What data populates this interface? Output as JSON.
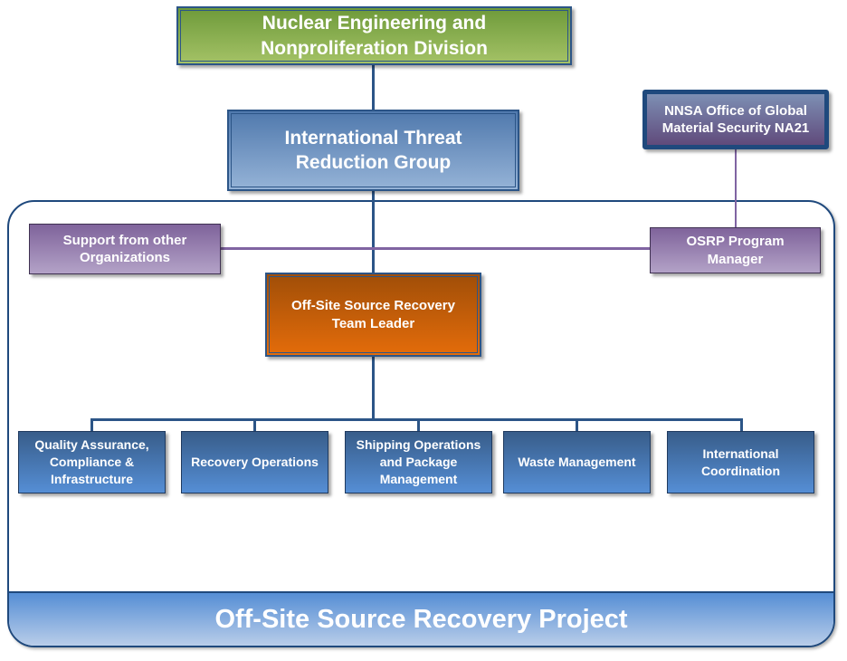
{
  "diagram": {
    "title": "Off-Site Source Recovery Project",
    "nodes": {
      "division": "Nuclear Engineering and\nNonproliferation Division",
      "group": "International Threat\nReduction Group",
      "nnsa": "NNSA Office of Global\nMaterial Security NA21",
      "support": "Support from other\nOrganizations",
      "program_manager": "OSRP Program\nManager",
      "team_leader": "Off-Site Source Recovery\nTeam Leader"
    },
    "departments": [
      {
        "label": "Quality Assurance,\nCompliance &\nInfrastructure"
      },
      {
        "label": "Recovery Operations"
      },
      {
        "label": "Shipping Operations\nand Package\nManagement"
      },
      {
        "label": "Waste Management"
      },
      {
        "label": "International\nCoordination"
      }
    ],
    "colors": {
      "division": "#8db255",
      "group": "#7397c6",
      "nnsa": "#1f497d",
      "support": "#8064a2",
      "team_leader": "#e46c0a",
      "department": "#4f81bd",
      "frame": "#1f497d"
    }
  }
}
